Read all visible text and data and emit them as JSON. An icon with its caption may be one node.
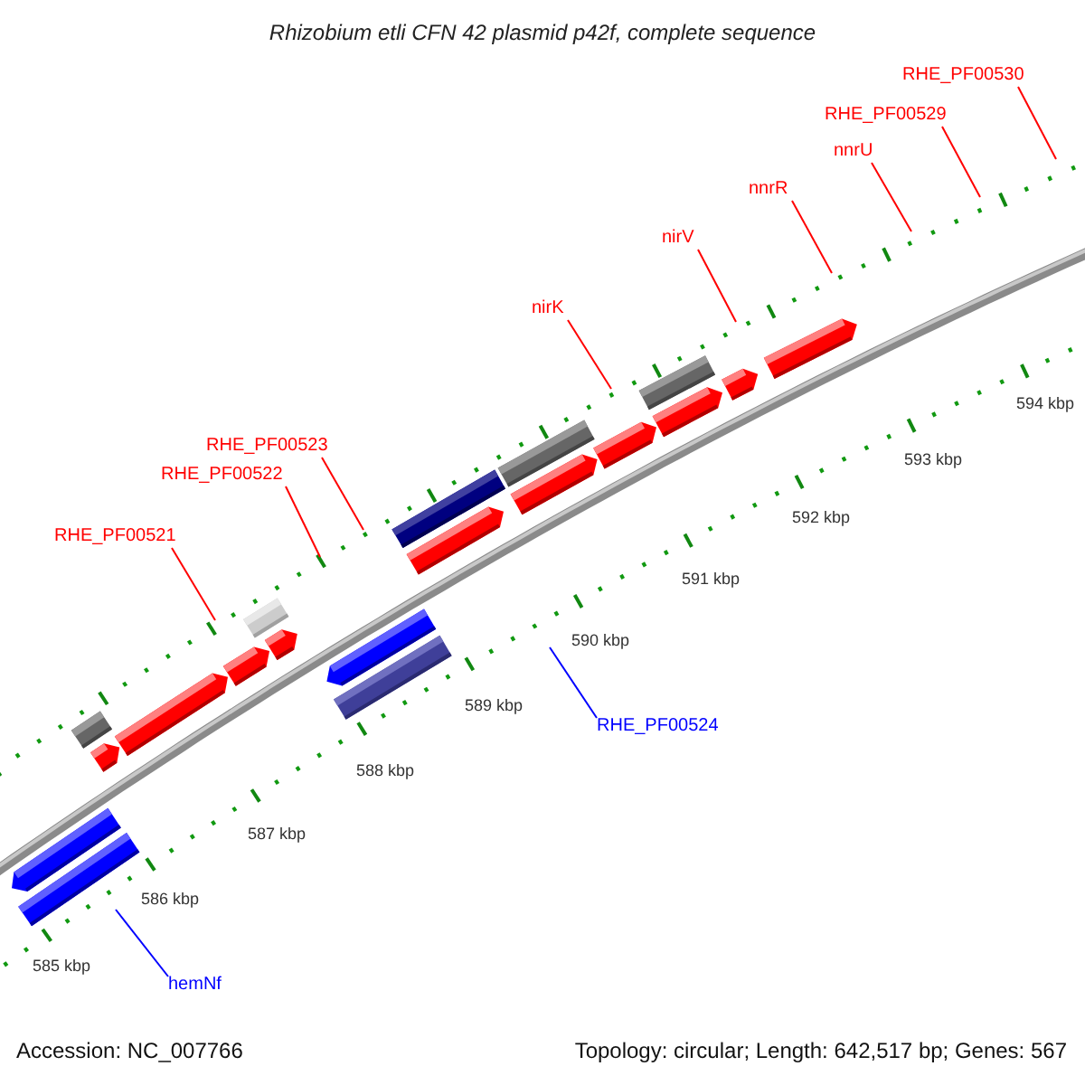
{
  "diagram": {
    "title": "Rhizobium etli CFN 42 plasmid p42f, complete sequence",
    "nodes": [
      {
        "text": [
          "RHE_PF00530"
        ]
      },
      {
        "text": [
          "RHE_PF00529"
        ]
      },
      {
        "text": [
          "nnrU"
        ]
      },
      {
        "text": [
          "nnrR"
        ]
      },
      {
        "text": [
          "nirV"
        ]
      },
      {
        "text": [
          "nirK"
        ]
      },
      {
        "text": [
          "RHE_PF00523"
        ]
      },
      {
        "text": [
          "RHE_PF00522"
        ]
      },
      {
        "text": [
          "RHE_PF00521"
        ]
      },
      {
        "text": [
          "RHE_PF00524"
        ]
      },
      {
        "text": [
          "hemNf"
        ]
      }
    ],
    "edges": [
      {
        "from": 0,
        "to": null,
        "arrow": "none"
      },
      {
        "from": 1,
        "to": null,
        "arrow": "none"
      },
      {
        "from": 2,
        "to": null,
        "arrow": "none"
      },
      {
        "from": 3,
        "to": null,
        "arrow": "none"
      },
      {
        "from": 4,
        "to": null,
        "arrow": "none"
      },
      {
        "from": 5,
        "to": null,
        "arrow": "none"
      },
      {
        "from": 6,
        "to": null,
        "arrow": "none"
      },
      {
        "from": 7,
        "to": null,
        "arrow": "none"
      },
      {
        "from": 8,
        "to": null,
        "arrow": "none"
      },
      {
        "from": 9,
        "to": null,
        "arrow": "none",
        "color": "#0000ff"
      },
      {
        "from": 10,
        "to": null,
        "arrow": "none",
        "color": "#0000ff"
      }
    ],
    "labels": [
      "585 kbp",
      "586 kbp",
      "587 kbp",
      "588 kbp",
      "589 kbp",
      "590 kbp",
      "591 kbp",
      "592 kbp",
      "593 kbp",
      "594 kbp",
      "Accession: NC_007766",
      "Topology: circular; Length: 642,517 bp; Genes: 567"
    ]
  }
}
